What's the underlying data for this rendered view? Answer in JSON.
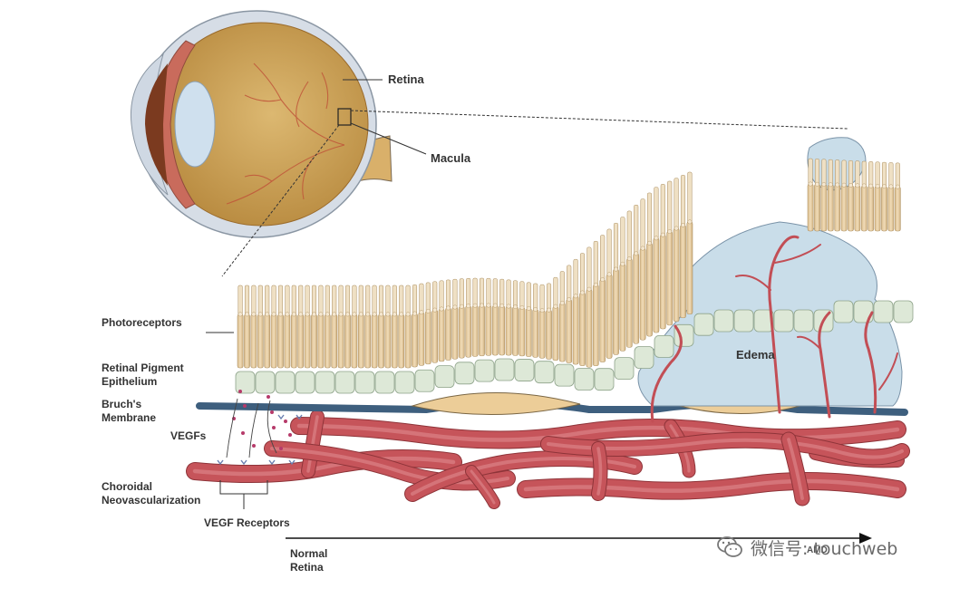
{
  "labels": {
    "retina": "Retina",
    "macula": "Macula",
    "photoreceptors": "Photoreceptors",
    "rpe": [
      "Retinal Pigment",
      "Epithelium"
    ],
    "bruchs": [
      "Bruch's",
      "Membrane"
    ],
    "vegfs": "VEGFs",
    "cnv": [
      "Choroidal",
      "Neovascularization"
    ],
    "vegf_receptors": "VEGF Receptors",
    "edema": "Edema",
    "normal_retina": [
      "Normal",
      "Retina"
    ],
    "amd": "AMD"
  },
  "watermark": {
    "text": "微信号: touchweb"
  },
  "colors": {
    "photoreceptor": "#e8cfa6",
    "rpe": "#dde8d7",
    "membrane": "#3e5f7e",
    "vessel": "#c6545a",
    "drusen": "#eccd98",
    "edema": "#c9dde9",
    "eye_interior": "#cfa95c"
  }
}
